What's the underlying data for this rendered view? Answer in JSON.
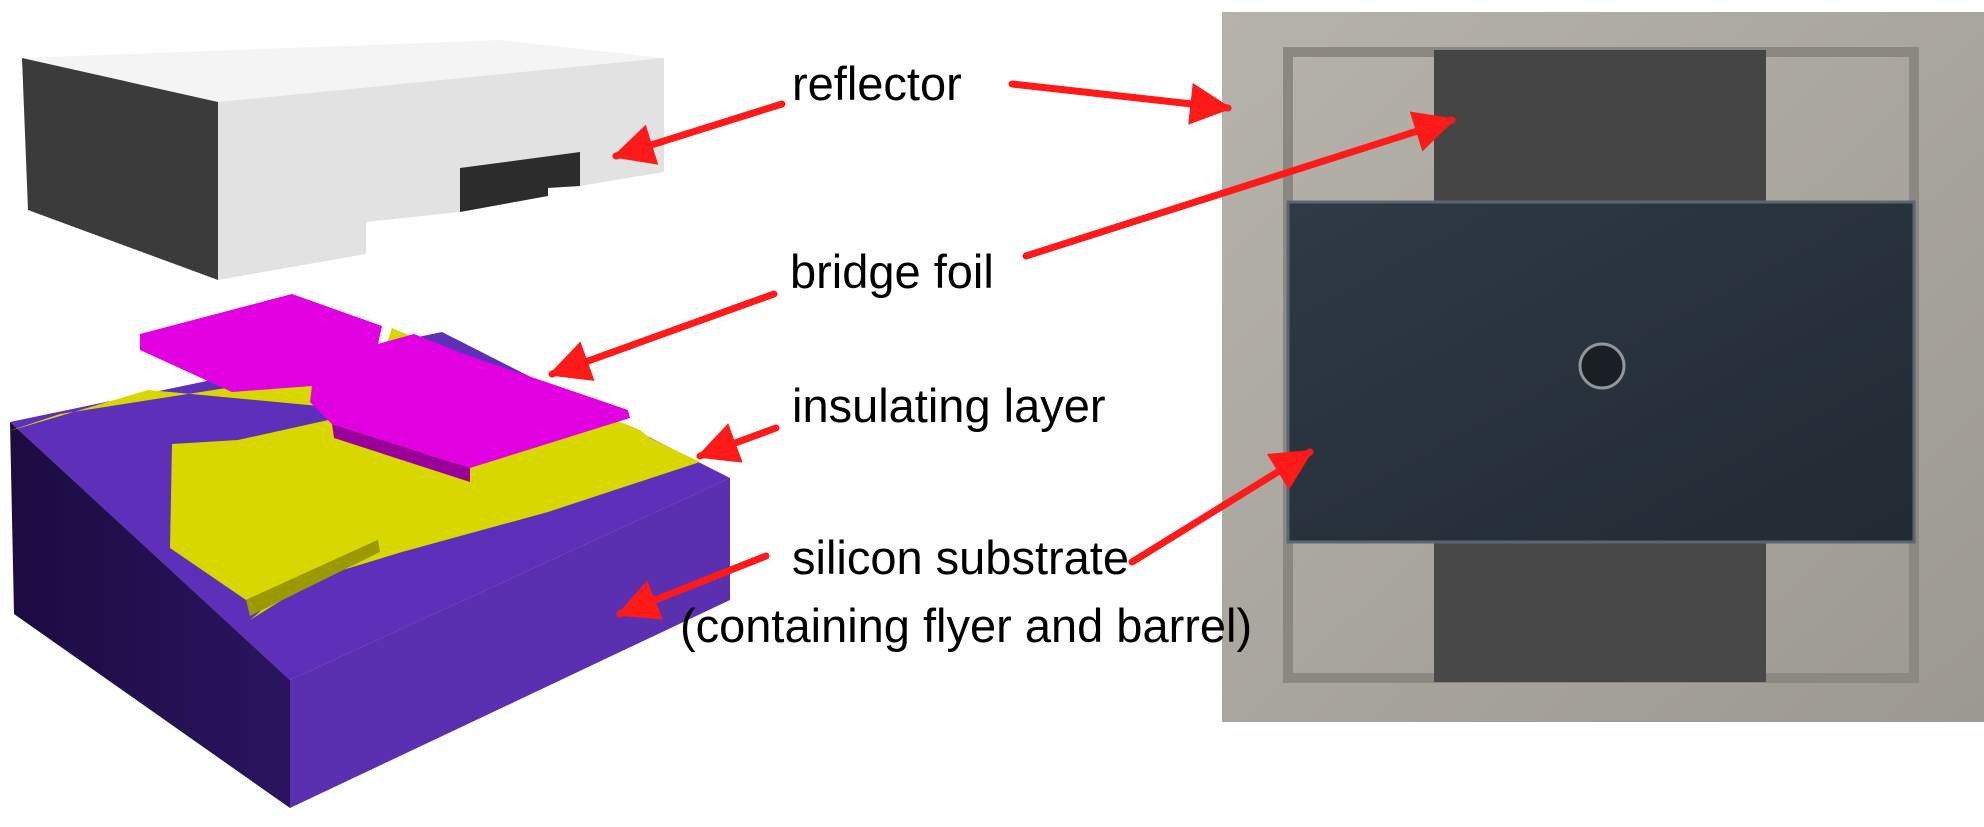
{
  "labels": {
    "reflector": "reflector",
    "bridge_foil": "bridge foil",
    "insulating_layer": "insulating layer",
    "silicon_substrate_line1": "silicon substrate",
    "silicon_substrate_line2": "(containing flyer and barrel)"
  },
  "colors": {
    "arrow": "#ff1a1a",
    "reflector_front": "#e2e2e2",
    "reflector_side": "#3a3a3a",
    "bridge_foil": "#e000e0",
    "insulating_layer": "#d8d800",
    "substrate_top": "#5e2fb8",
    "substrate_side": "#1c0c40",
    "photo_background": "#a8a59c",
    "photo_plate": "#2b3540",
    "photo_pads": "#454545"
  },
  "icons": {
    "arrows": "red-arrow-icon"
  }
}
